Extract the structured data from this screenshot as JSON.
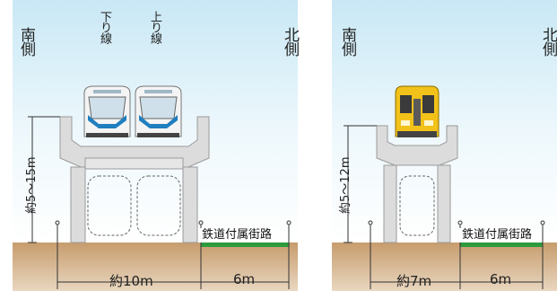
{
  "panels": [
    {
      "id": "left",
      "south_label": "南側",
      "north_label": "北側",
      "track_down_label": "下り線",
      "track_up_label": "上り線",
      "height_label": "約5～15m",
      "width_label": "約10m",
      "road_width_label": "6m",
      "road_label": "鉄道付属街路"
    },
    {
      "id": "right",
      "south_label": "南側",
      "north_label": "北側",
      "height_label": "約5～12m",
      "width_label": "約7m",
      "road_width_label": "6m",
      "road_label": "鉄道付属街路"
    }
  ],
  "colors": {
    "sky_top": "#c9e8f5",
    "ground": "#c69c6d",
    "road_stripe": "#2e9a3e",
    "structure": "#dcdcdc",
    "train_white": "#f4f4f4",
    "train_blue": "#1f7fbf",
    "train_yellow": "#f2c21a"
  }
}
